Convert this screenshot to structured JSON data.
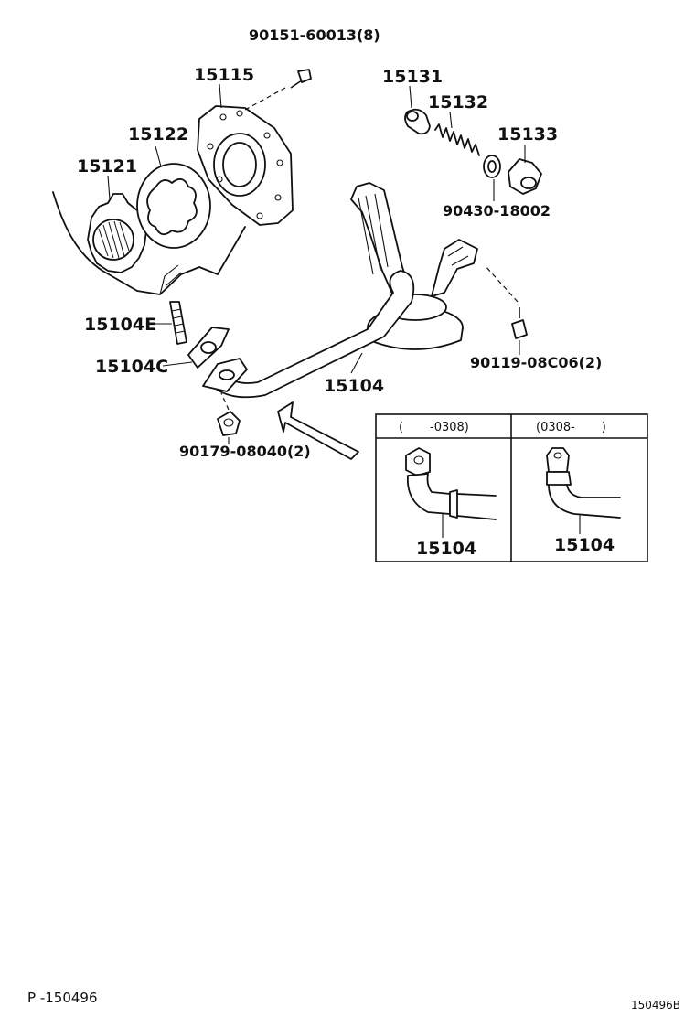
{
  "labels": {
    "bolt_90151": "90151-60013(8)",
    "cover_15115": "15115",
    "valve_15131": "15131",
    "spring_15132": "15132",
    "rotor_15122": "15122",
    "plug_15133": "15133",
    "gear_15121": "15121",
    "gasket_90430": "90430-18002",
    "stud_15104E": "15104E",
    "gasket_15104C": "15104C",
    "bolt_90119": "90119-08C06(2)",
    "strainer_15104": "15104",
    "nut_90179": "90179-08040(2)"
  },
  "inset": {
    "left_header": "(       -0308)",
    "right_header": "(0308-       )",
    "left_label": "15104",
    "right_label": "15104"
  },
  "footer": {
    "page_ref": "P -150496",
    "figure_id": "150496B"
  }
}
